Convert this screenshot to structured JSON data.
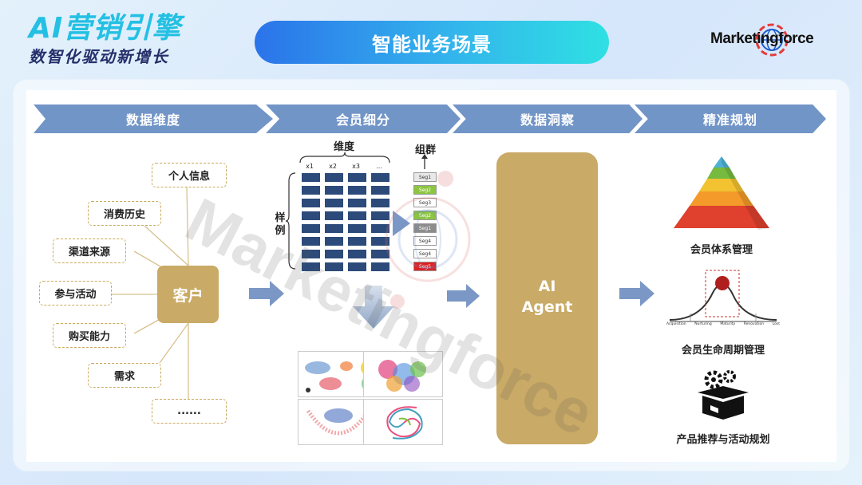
{
  "brand": {
    "title": "AI营销引擎",
    "subtitle": "数智化驱动新增长"
  },
  "header": {
    "title": "智能业务场景"
  },
  "logo": {
    "text": "Marketingforce"
  },
  "stages": [
    "数据维度",
    "会员细分",
    "数据洞察",
    "精准规划"
  ],
  "dimensions": {
    "center": "客户",
    "items": [
      "个人信息",
      "消费历史",
      "渠道来源",
      "参与活动",
      "购买能力",
      "需求",
      "......"
    ]
  },
  "segmentation": {
    "dim_label": "维度",
    "col_labels": [
      "x1",
      "x2",
      "x3",
      "..."
    ],
    "sample_label": "样例",
    "group_label": "组群",
    "segments": [
      {
        "label": "Seg1",
        "color": "#e8e8e8",
        "text": "#333"
      },
      {
        "label": "Seg2",
        "color": "#8cc63f",
        "text": "#fff"
      },
      {
        "label": "Seg3",
        "color": "#ffffff",
        "text": "#333"
      },
      {
        "label": "Seg2",
        "color": "#8cc63f",
        "text": "#fff"
      },
      {
        "label": "Seg1",
        "color": "#8c8c8c",
        "text": "#fff"
      },
      {
        "label": "Seg4",
        "color": "#ffffff",
        "text": "#333"
      },
      {
        "label": "Seg4",
        "color": "#ffffff",
        "text": "#333"
      },
      {
        "label": "Seg5",
        "color": "#e02020",
        "text": "#fff"
      }
    ]
  },
  "agent": {
    "line1": "AI",
    "line2": "Agent"
  },
  "planning": {
    "items": [
      "会员体系管理",
      "会员生命周期管理",
      "产品推荐与活动规划"
    ],
    "lifecycle_stages": [
      "Acquisition",
      "Nurturing",
      "Maturity",
      "Renovation",
      "Lost"
    ]
  },
  "colors": {
    "stage": "#7295c7",
    "gold": "#c9aa66",
    "grid": "#2d4b7a",
    "arrow": "#7b97c5"
  },
  "watermark": "Marketingforce"
}
